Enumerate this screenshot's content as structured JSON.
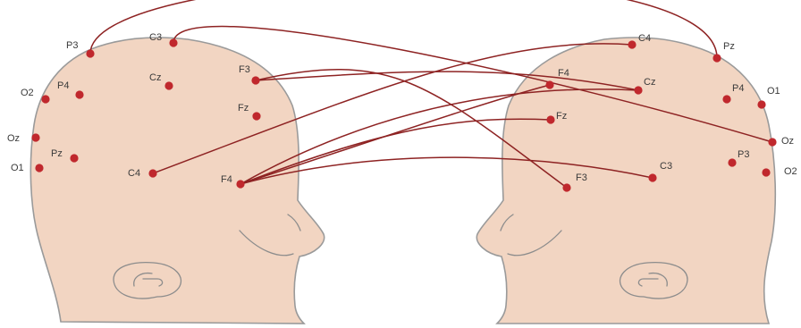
{
  "colors": {
    "skin": "#f2d5c2",
    "outline": "#9a9a9a",
    "electrode": "#c0282d",
    "link": "#8e2323"
  },
  "left_head": {
    "electrodes": [
      {
        "id": "P3",
        "label": "P3"
      },
      {
        "id": "C3",
        "label": "C3"
      },
      {
        "id": "O2",
        "label": "O2"
      },
      {
        "id": "P4",
        "label": "P4"
      },
      {
        "id": "Cz",
        "label": "Cz"
      },
      {
        "id": "Oz",
        "label": "Oz"
      },
      {
        "id": "Pz",
        "label": "Pz"
      },
      {
        "id": "O1",
        "label": "O1"
      },
      {
        "id": "C4",
        "label": "C4"
      },
      {
        "id": "F3",
        "label": "F3"
      },
      {
        "id": "Fz",
        "label": "Fz"
      },
      {
        "id": "F4",
        "label": "F4"
      }
    ]
  },
  "right_head": {
    "electrodes": [
      {
        "id": "C4",
        "label": "C4"
      },
      {
        "id": "Pz",
        "label": "Pz"
      },
      {
        "id": "F4",
        "label": "F4"
      },
      {
        "id": "Cz",
        "label": "Cz"
      },
      {
        "id": "P4",
        "label": "P4"
      },
      {
        "id": "O1",
        "label": "O1"
      },
      {
        "id": "Fz",
        "label": "Fz"
      },
      {
        "id": "Oz",
        "label": "Oz"
      },
      {
        "id": "C3",
        "label": "C3"
      },
      {
        "id": "P3",
        "label": "P3"
      },
      {
        "id": "O2",
        "label": "O2"
      },
      {
        "id": "F3",
        "label": "F3"
      }
    ]
  },
  "connections": [
    {
      "from": "left.P3",
      "to": "right.Pz"
    },
    {
      "from": "left.C3",
      "to": "right.Oz"
    },
    {
      "from": "left.F3",
      "to": "right.F3"
    },
    {
      "from": "left.F3",
      "to": "right.Cz"
    },
    {
      "from": "left.C4",
      "to": "right.C4"
    },
    {
      "from": "left.F4",
      "to": "right.F4"
    },
    {
      "from": "left.F4",
      "to": "right.Fz"
    },
    {
      "from": "left.F4",
      "to": "right.C3"
    },
    {
      "from": "left.F4",
      "to": "right.Cz"
    }
  ]
}
